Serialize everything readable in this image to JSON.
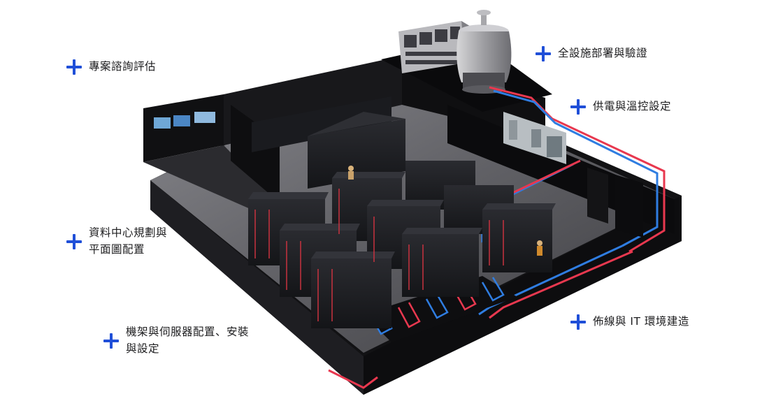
{
  "callouts": {
    "consulting": {
      "lines": [
        "專案諮詢評估"
      ]
    },
    "planning": {
      "lines": [
        "資料中心規劃與",
        "平面圖配置"
      ]
    },
    "racks": {
      "lines": [
        "機架與伺服器配置、安裝",
        "與設定"
      ]
    },
    "deployment": {
      "lines": [
        "全設施部署與驗證"
      ]
    },
    "power_cooling": {
      "lines": [
        "供電與溫控設定"
      ]
    },
    "cabling": {
      "lines": [
        "佈線與 IT 環境建造"
      ]
    }
  },
  "colors": {
    "accent": "#1f4fd8",
    "hot_pipe": "#e8384f",
    "cold_pipe": "#2f7de1",
    "rack": "#1b1c20",
    "floor": "#5d5d62"
  },
  "icons": {
    "callout_marker": "plus-icon"
  }
}
